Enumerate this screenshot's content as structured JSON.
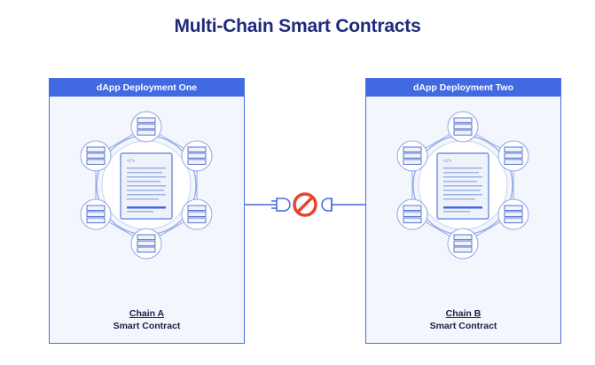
{
  "title": "Multi-Chain Smart Contracts",
  "left": {
    "header": "dApp Deployment One",
    "chain": "Chain A",
    "contract": "Smart Contract"
  },
  "right": {
    "header": "dApp Deployment Two",
    "chain": "Chain B",
    "contract": "Smart Contract"
  },
  "colors": {
    "title": "#1f2a7a",
    "accent": "#4169e1",
    "blocked": "#e8442c",
    "panel_bg": "#f3f6fc"
  },
  "icons": [
    "server-icon",
    "contract-document-icon",
    "plug-icon",
    "no-entry-icon"
  ]
}
